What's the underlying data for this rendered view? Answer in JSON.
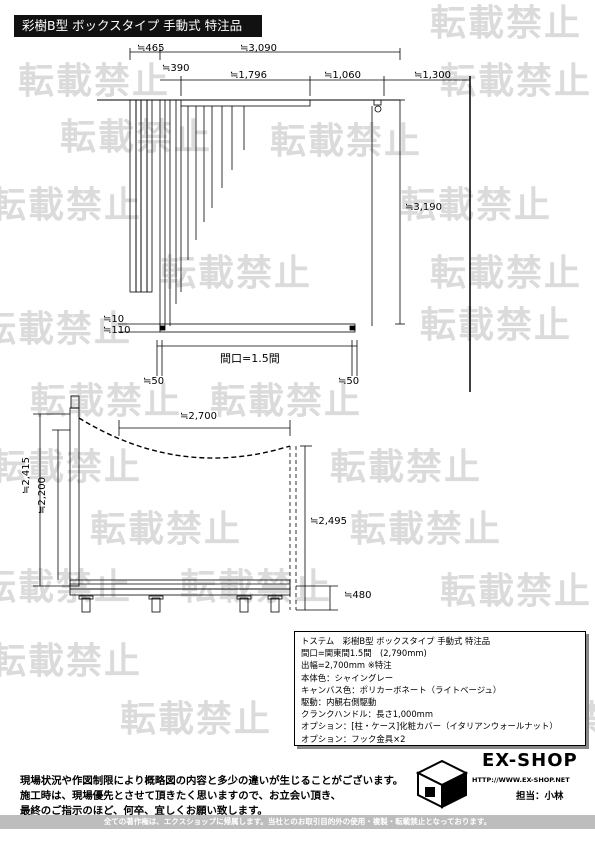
{
  "title": "彩樹B型 ボックスタイプ 手動式 特注品",
  "watermark": "転載禁止",
  "plan_dims": {
    "d465": "≒465",
    "d3090": "≒3,090",
    "d390": "≒390",
    "d1796": "≒1,796",
    "d1060": "≒1,060",
    "d1300": "≒1,300",
    "d3190": "≒3,190",
    "d10": "≒10",
    "d110": "≒110",
    "frontage": "間口=1.5間",
    "d50_left": "≒50",
    "d50_right": "≒50"
  },
  "side_dims": {
    "d2700": "≒2,700",
    "d2415": "≒2,415",
    "d2200": "≒2,200",
    "d2495": "≒2,495",
    "d480": "≒480"
  },
  "spec": {
    "lines": [
      "トステム　彩樹B型 ボックスタイプ 手動式 特注品",
      "間口=関東間1.5間　(2,790mm)",
      "出幅=2,700mm ※特注",
      "本体色：シャイングレー",
      "キャンバス色：ポリカーボネート（ライトベージュ）",
      "駆動：内観右側駆動",
      "クランクハンドル：長さ1,000mm",
      "オプション：[柱・ケース]化粧カバー（イタリアンウォールナット）",
      "オプション：フック金具×2"
    ]
  },
  "notice": {
    "line1": "現場状況や作図制限により概略図の内容と多少の違いが生じることがございます。",
    "line2": "施工時は、現場優先とさせて頂きたく思いますので、お立会い頂き、",
    "line3": "最終のご指示のほど、何卒、宜しくお願い致します。"
  },
  "brand": {
    "name": "EX-SHOP",
    "url": "HTTP://WWW.EX-SHOP.NET",
    "contact": "担当：小林"
  },
  "footer": "全ての著作権は、エクスショップに帰属します。当社とのお取引目的外の使用・複製・転載禁止となっております。"
}
